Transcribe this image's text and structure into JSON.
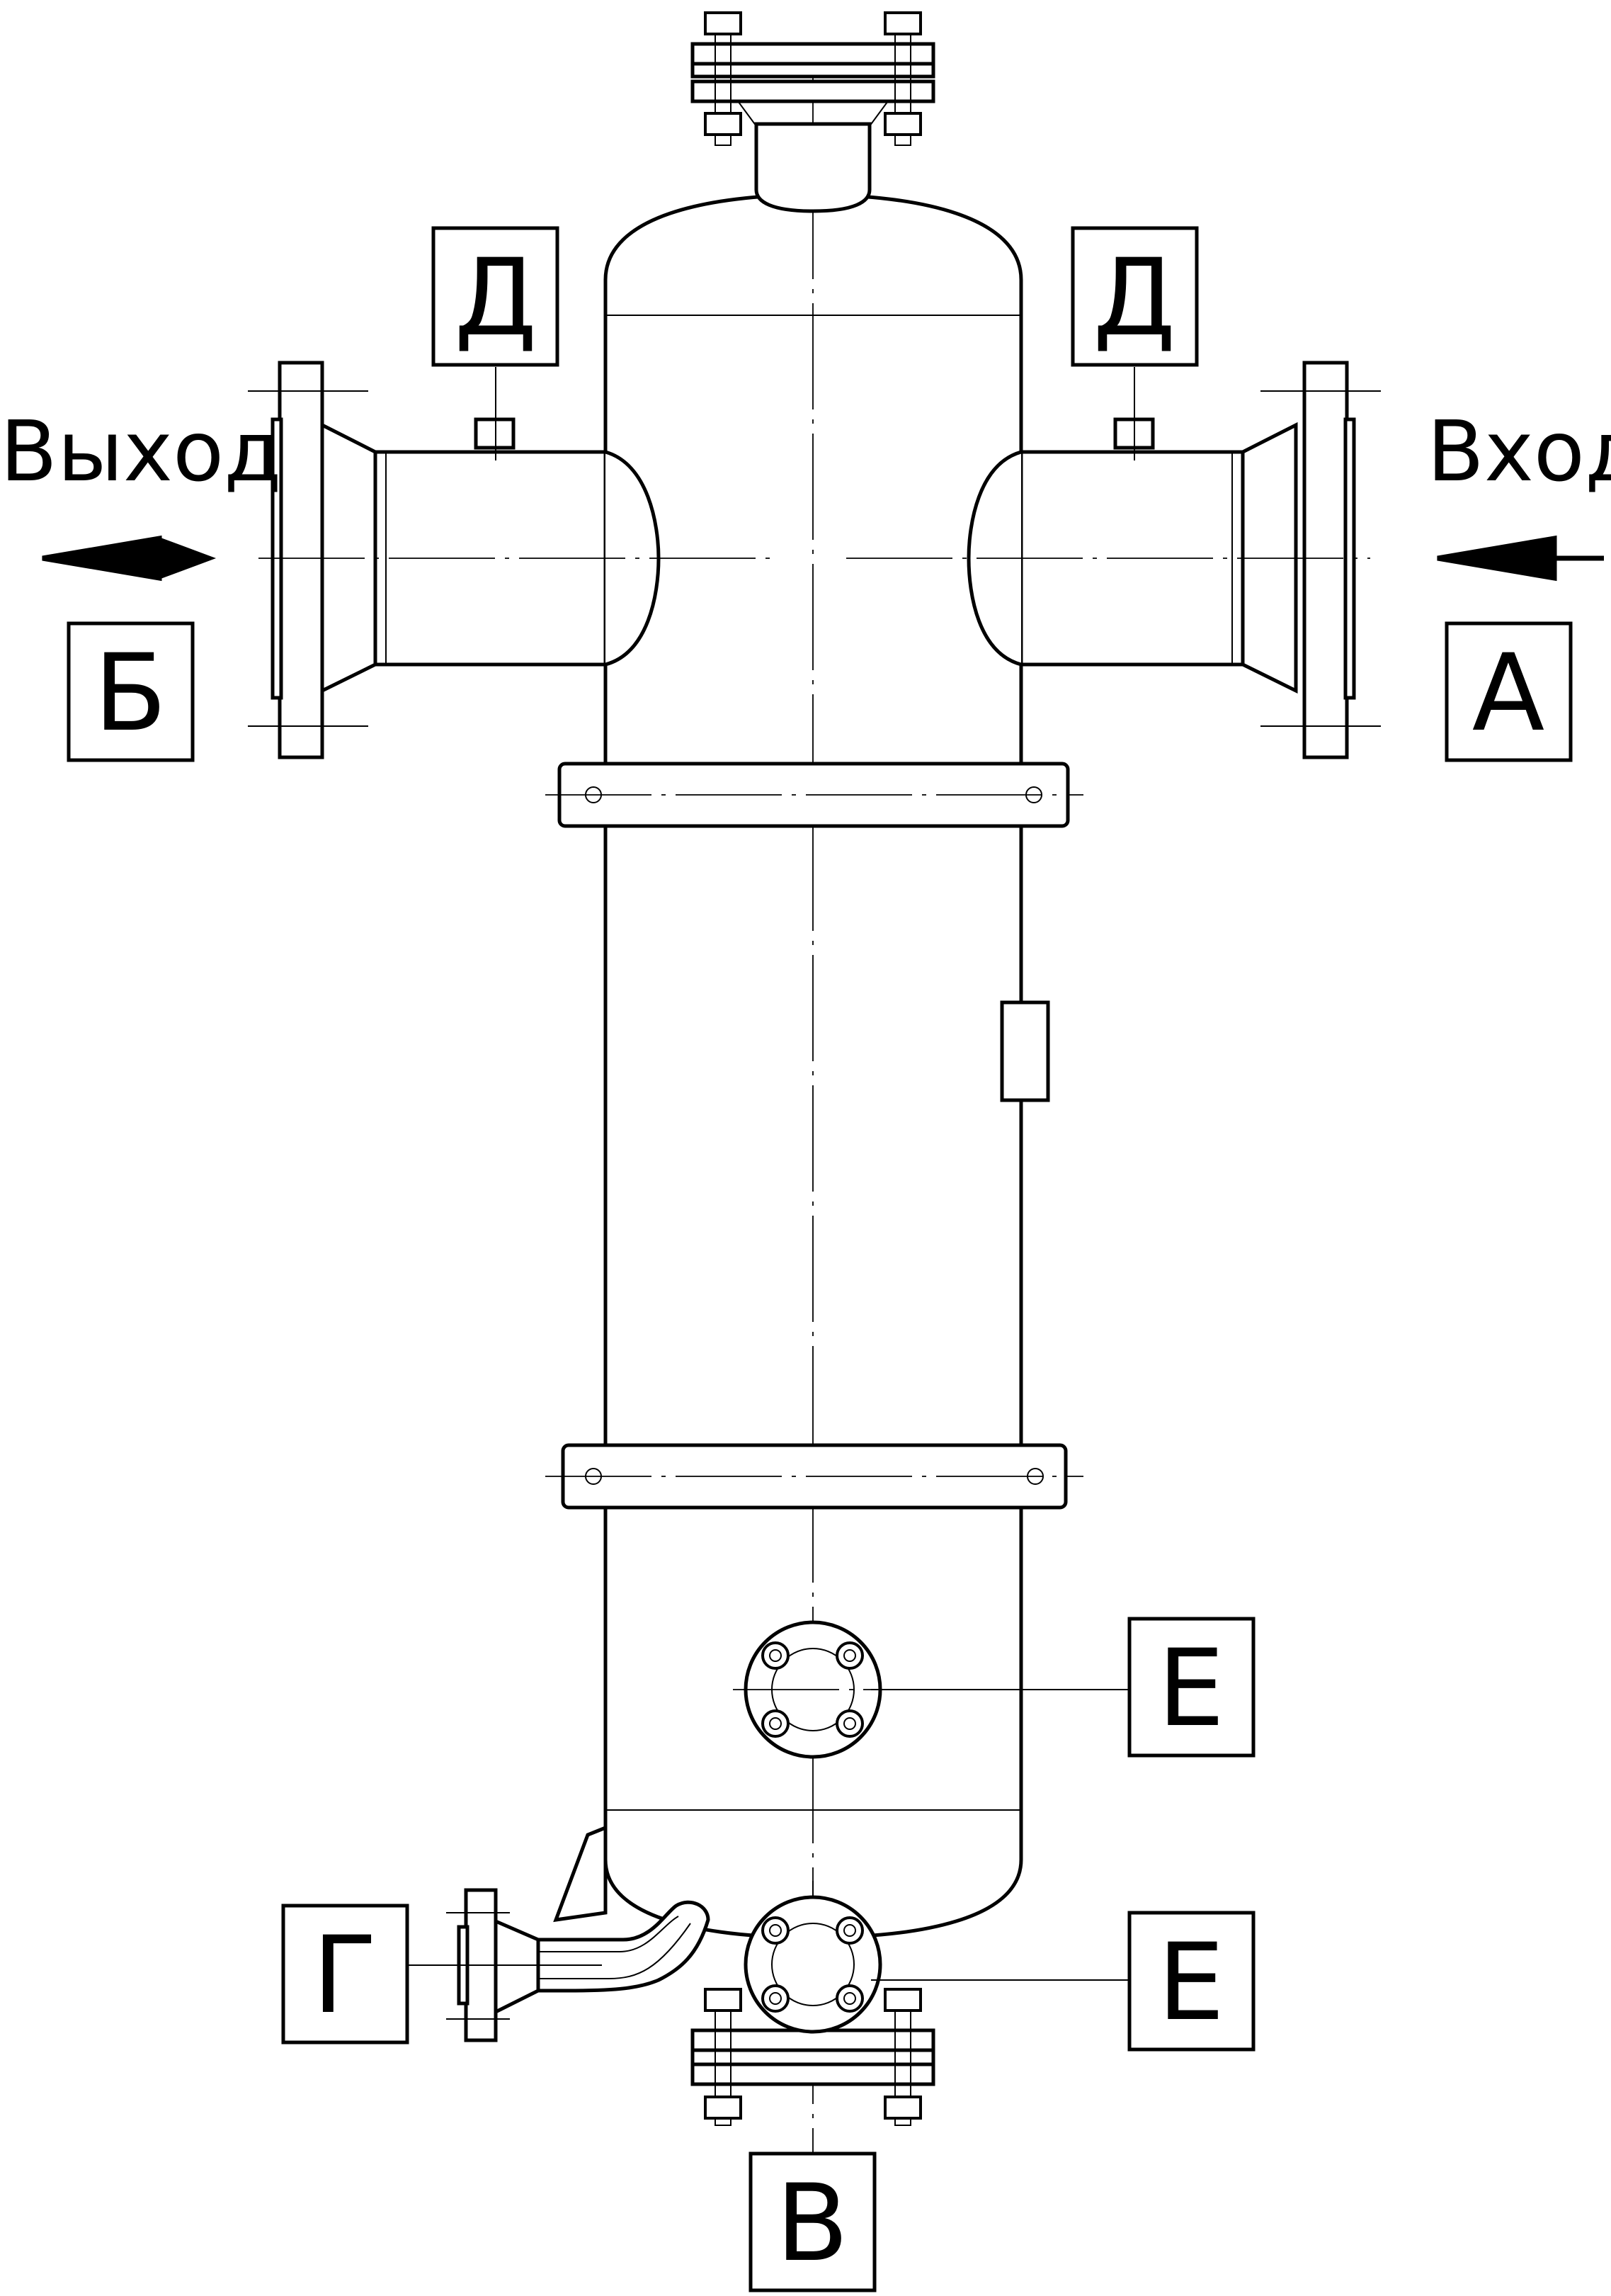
{
  "labels": {
    "outlet_word": "Выход",
    "inlet_word": "Вход",
    "port_b": "Б",
    "port_a": "А",
    "port_d_left": "Д",
    "port_d_right": "Д",
    "port_e_upper": "Е",
    "port_e_lower": "Е",
    "port_g": "Г",
    "port_v": "В"
  },
  "colors": {
    "line": "#000000",
    "background": "#ffffff"
  }
}
